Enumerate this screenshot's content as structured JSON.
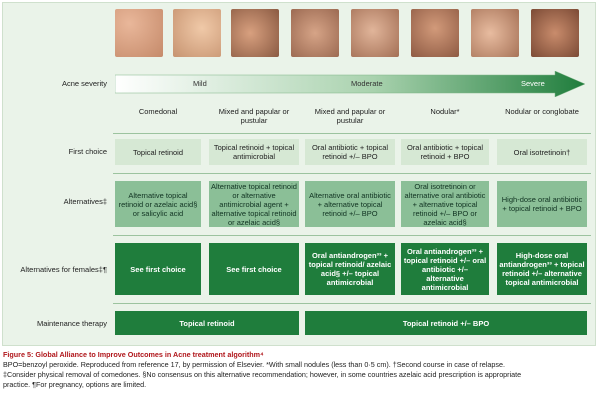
{
  "severity_axis": {
    "label": "Acne severity",
    "levels": [
      "Mild",
      "Moderate",
      "Severe"
    ]
  },
  "photos": [
    "acne-photo-1",
    "acne-photo-2",
    "acne-photo-3",
    "acne-photo-4",
    "acne-photo-5",
    "acne-photo-6",
    "acne-photo-7",
    "acne-photo-8"
  ],
  "columns": [
    "Comedonal",
    "Mixed and papular or pustular",
    "Mixed and papular or pustular",
    "Nodular*",
    "Nodular or conglobate"
  ],
  "rows": {
    "first_choice": {
      "label": "First choice",
      "cells": [
        "Topical retinoid",
        "Topical retinoid + topical antimicrobial",
        "Oral antibiotic + topical retinoid +/– BPO",
        "Oral antibiotic + topical retinoid + BPO",
        "Oral isotretinoin†"
      ]
    },
    "alternatives": {
      "label": "Alternatives‡",
      "cells": [
        "Alternative topical retinoid or azelaic acid§ or salicylic acid",
        "Alternative topical retinoid or alternative antimicrobial agent + alternative topical retinoid or azelaic acid§",
        "Alternative oral antibiotic + alternative topical retinoid +/– BPO",
        "Oral isotretinoin or alternative oral antibiotic + alternative topical retinoid +/– BPO or azelaic acid§",
        "High-dose oral antibiotic + topical retinoid + BPO"
      ]
    },
    "females": {
      "label": "Alternatives for females‡¶",
      "cells": [
        "See first choice",
        "See first choice",
        "Oral antiandrogen³³ + topical retinoid/ azelaic acid§ +/– topical antimicrobial",
        "Oral antiandrogen³³ + topical retinoid +/– oral antibiotic +/– alternative antimicrobial",
        "High-dose oral antiandrogen³³ + topical retinoid +/– alternative topical antimicrobial"
      ]
    },
    "maintenance": {
      "label": "Maintenance therapy",
      "cells": [
        "Topical retinoid",
        "Topical retinoid +/– BPO"
      ]
    }
  },
  "caption": {
    "title": "Figure 5: Global Alliance to Improve Outcomes in Acne treatment algorithm⁴",
    "line1": "BPO=benzoyl peroxide. Reproduced from reference 17, by permission of Elsevier. *With small nodules (less than 0·5 cm). †Second course in case of relapse.",
    "line2": "‡Consider physical removal of comedones. §No consensus on this alternative recommendation; however, in some countries azelaic acid prescription is appropriate",
    "line3": "practice. ¶For pregnancy, options are limited."
  },
  "colors": {
    "panel": "#eaf3e9",
    "arrow_start": "#ffffff",
    "arrow_end": "#1f7d3c",
    "first_choice": "#d6e8d4",
    "alternatives": "#8bbf97",
    "females": "#1f7d3c",
    "maintenance": "#1f7d3c",
    "caption_title": "#b0161b"
  }
}
